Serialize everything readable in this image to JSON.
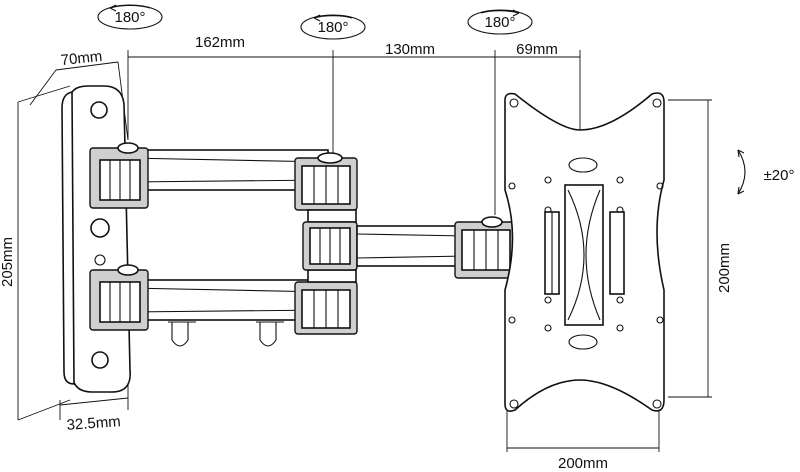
{
  "dimensions": {
    "arm_width": "70mm",
    "arm_segment_1": "162mm",
    "arm_segment_2": "130mm",
    "plate_offset": "69mm",
    "wall_plate_height": "205mm",
    "wall_plate_depth": "32.5mm",
    "vesa_vertical": "200mm",
    "vesa_horizontal": "200mm"
  },
  "rotations": {
    "pivot_left": "180°",
    "pivot_middle": "180°",
    "pivot_right": "180°",
    "tilt": "±20°"
  }
}
